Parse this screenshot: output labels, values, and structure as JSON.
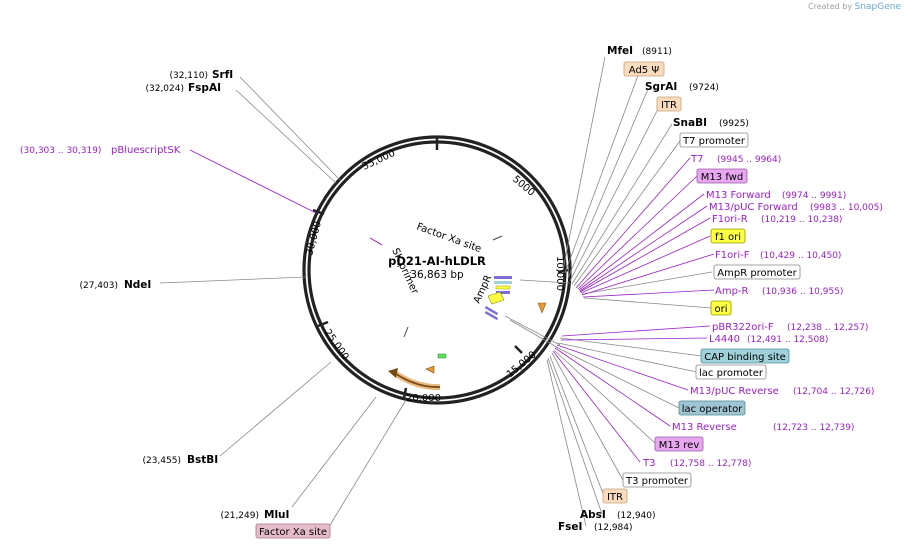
{
  "credit": {
    "prefix": "Created by",
    "brand": "SnapGene"
  },
  "plasmid": {
    "name": "pD21-AI-hLDLR",
    "length": "36,863 bp"
  },
  "ticks": [
    "5000",
    "10,000",
    "15,000",
    "20,000",
    "25,000",
    "30,000",
    "35,000"
  ],
  "inner_labels": [
    "Factor Xa site",
    "SK primer",
    "AmpR"
  ],
  "sites": [
    {
      "name": "MfeI",
      "coord": "(8911)"
    },
    {
      "name": "SgrAI",
      "coord": "(9724)"
    },
    {
      "name": "SnaBI",
      "coord": "(9925)"
    },
    {
      "name": "AbsI",
      "coord": "(12,940)"
    },
    {
      "name": "FseI",
      "coord": "(12,984)"
    },
    {
      "name": "MluI",
      "coord": "(21,249)"
    },
    {
      "name": "BstBI",
      "coord": "(23,455)"
    },
    {
      "name": "NdeI",
      "coord": "(27,403)"
    },
    {
      "name": "FspAI",
      "coord": "(32,024)"
    },
    {
      "name": "SrfI",
      "coord": "(32,110)"
    }
  ],
  "features": [
    {
      "name": "Ad5 Ψ",
      "fill": "#fbdcbe",
      "stroke": "#c8a27a"
    },
    {
      "name": "ITR",
      "fill": "#fbdcbe",
      "stroke": "#c8a27a"
    },
    {
      "name": "T7 promoter",
      "fill": "#ffffff",
      "stroke": "#888888"
    },
    {
      "name": "M13 fwd",
      "fill": "#e7a8f0",
      "stroke": "#9b5aa8"
    },
    {
      "name": "f1 ori",
      "fill": "#ffff44",
      "stroke": "#999900"
    },
    {
      "name": "AmpR promoter",
      "fill": "#ffffff",
      "stroke": "#888888"
    },
    {
      "name": "ori",
      "fill": "#ffff44",
      "stroke": "#999900"
    },
    {
      "name": "CAP binding site",
      "fill": "#9fd1d9",
      "stroke": "#4d8f99"
    },
    {
      "name": "lac promoter",
      "fill": "#ffffff",
      "stroke": "#888888"
    },
    {
      "name": "lac operator",
      "fill": "#9fc5d3",
      "stroke": "#4d8f99"
    },
    {
      "name": "M13 rev",
      "fill": "#e7a8f0",
      "stroke": "#9b5aa8"
    },
    {
      "name": "T3 promoter",
      "fill": "#ffffff",
      "stroke": "#888888"
    },
    {
      "name": "ITR",
      "fill": "#fbdcbe",
      "stroke": "#c8a27a"
    },
    {
      "name": "Factor Xa site",
      "fill": "#e6bcc9",
      "stroke": "#a77789"
    }
  ],
  "primers": [
    {
      "name": "T7",
      "coord": "(9945 .. 9964)"
    },
    {
      "name": "M13 Forward",
      "coord": "(9974 .. 9991)"
    },
    {
      "name": "M13/pUC Forward",
      "coord": "(9983 .. 10,005)"
    },
    {
      "name": "F1ori-R",
      "coord": "(10,219 .. 10,238)"
    },
    {
      "name": "F1ori-F",
      "coord": "(10,429 .. 10,450)"
    },
    {
      "name": "Amp-R",
      "coord": "(10,936 .. 10,955)"
    },
    {
      "name": "pBR322ori-F",
      "coord": "(12,238 .. 12,257)"
    },
    {
      "name": "L4440",
      "coord": "(12,491 .. 12,508)"
    },
    {
      "name": "M13/pUC Reverse",
      "coord": "(12,704 .. 12,726)"
    },
    {
      "name": "M13 Reverse",
      "coord": "(12,723 .. 12,739)"
    },
    {
      "name": "T3",
      "coord": "(12,758 .. 12,778)"
    },
    {
      "name": "pBluescriptSK",
      "coord": "(30,303 .. 30,319)"
    }
  ],
  "colors": {
    "primer": "#9b1fc9",
    "backbone": "#222222",
    "site_line": "#888888"
  }
}
